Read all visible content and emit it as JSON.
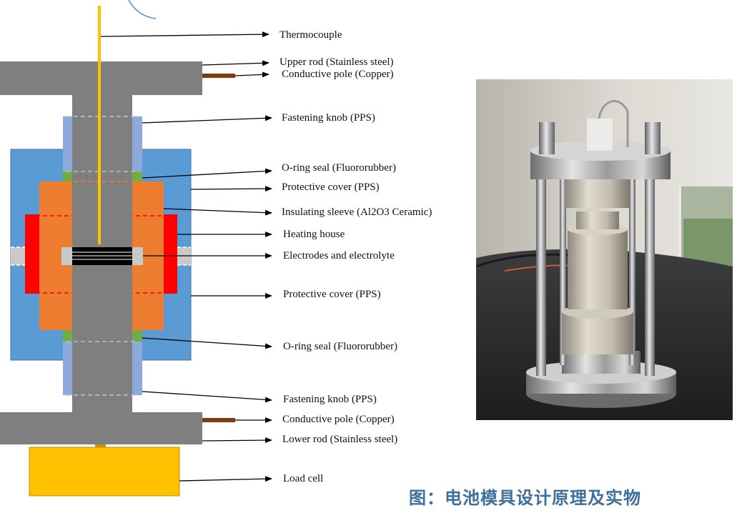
{
  "labels": {
    "thermocouple": "Thermocouple",
    "upper_rod": "Upper rod (Stainless steel)",
    "conductive_pole_top": "Conductive pole (Copper)",
    "fastening_knob_top": "Fastening knob (PPS)",
    "o_ring_top": "O-ring seal (Fluororubber)",
    "protective_cover_top": "Protective cover (PPS)",
    "insulating_sleeve": "Insulating sleeve (Al2O3 Ceramic)",
    "heating_house": "Heating house",
    "electrodes": "Electrodes and electrolyte",
    "protective_cover_bottom": "Protective cover (PPS)",
    "o_ring_bottom": "O-ring seal (Fluororubber)",
    "fastening_knob_bottom": "Fastening knob (PPS)",
    "conductive_pole_bottom": "Conductive pole (Copper)",
    "lower_rod": "Lower rod (Stainless steel)",
    "load_cell": "Load cell"
  },
  "caption": "图：电池模具设计原理及实物",
  "colors": {
    "steel": "#7f7f7f",
    "pps_cover": "#5b9bd5",
    "fastening_knob": "#8eaadb",
    "ceramic": "#ed7d31",
    "heater": "#ff0000",
    "oring": "#70ad47",
    "thermocouple": "#ffc000",
    "load_cell": "#ffc000",
    "copper": "#843c0c",
    "electrode": "#000000",
    "caption": "#3d6f9b"
  }
}
